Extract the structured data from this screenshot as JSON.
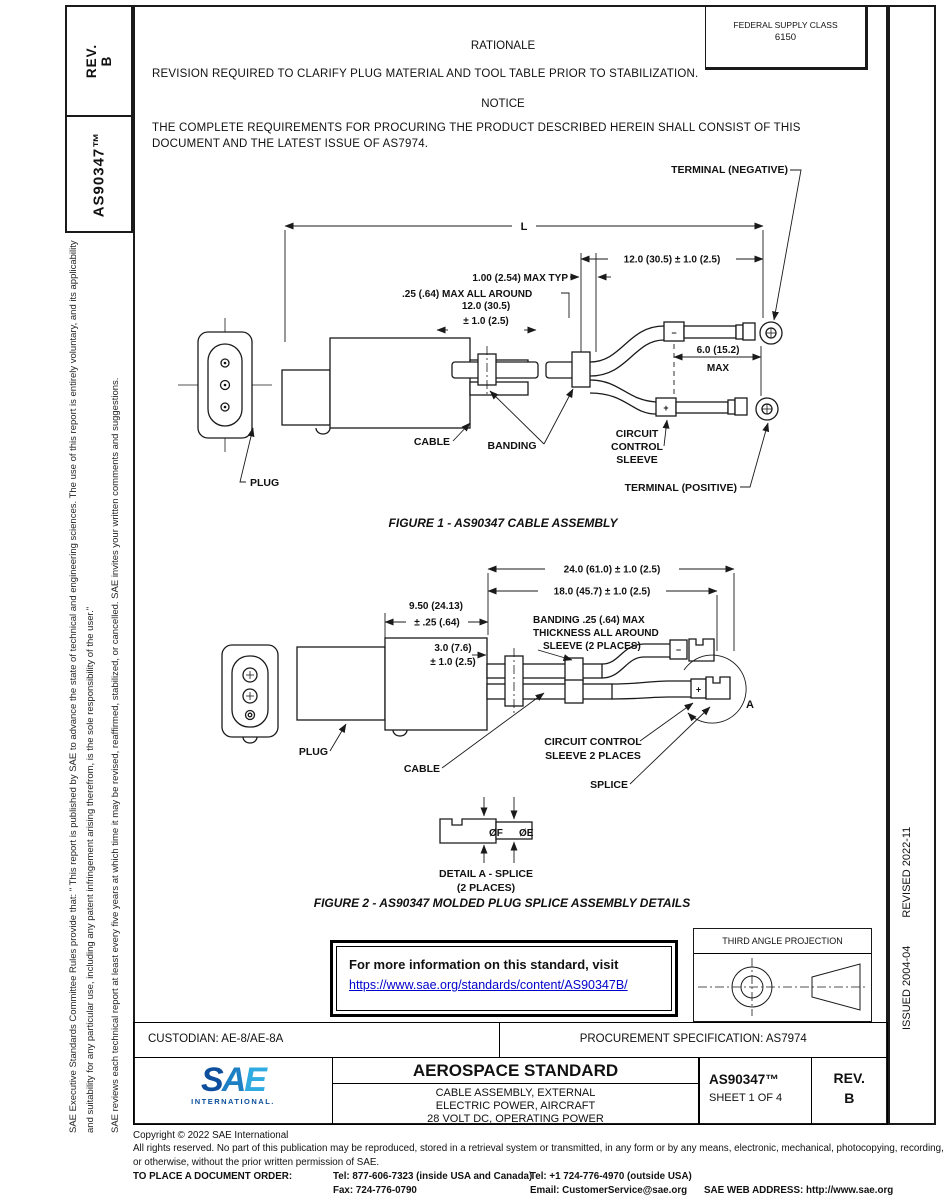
{
  "colors": {
    "link": "#0000cc",
    "logo_dark": "#0d4f9d",
    "logo_mid": "#1d7fc4",
    "logo_light": "#2fabe1"
  },
  "left_panel": {
    "rev_line1": "REV.",
    "rev_line2": "B",
    "doc": "AS90347™",
    "legal1": "SAE Executive Standards Committee Rules provide that: \" This report is published by SAE to advance the state of technical and engineering sciences. The use of this report is entirely voluntary, and its applicability and suitability for any particular use, including any patent infringement arising therefrom, is the sole responsibility of the user.\"",
    "legal2": "SAE reviews each technical report at least every five years at which time it may be revised, reaffirmed, stabilized, or cancelled. SAE invites your written comments and suggestions."
  },
  "right_panel": {
    "issued": "ISSUED 2004-04",
    "revised": "REVISED 2022-11"
  },
  "header": {
    "fsc_line1": "FEDERAL SUPPLY CLASS",
    "fsc_line2": "6150",
    "rationale_title": "RATIONALE",
    "rationale_body": "REVISION REQUIRED TO CLARIFY PLUG MATERIAL AND TOOL TABLE PRIOR TO STABILIZATION.",
    "notice_title": "NOTICE",
    "notice_body": "THE COMPLETE REQUIREMENTS FOR PROCURING THE PRODUCT DESCRIBED HEREIN SHALL CONSIST OF THIS DOCUMENT AND THE LATEST ISSUE OF AS7974."
  },
  "figure1": {
    "caption": "FIGURE 1 - AS90347 CABLE ASSEMBLY",
    "labels": {
      "terminal_negative": "TERMINAL (NEGATIVE)",
      "dim_l": "L",
      "dim_12": "12.0 (30.5) ± 1.0 (2.5)",
      "dim_100": "1.00 (2.54) MAX TYP",
      "dim_25": ".25 (.64) MAX ALL AROUND",
      "dim_12b_1": "12.0 (30.5)",
      "dim_12b_2": "± 1.0 (2.5)",
      "dim_6_1": "6.0 (15.2)",
      "dim_6_2": "MAX",
      "cable": "CABLE",
      "banding": "BANDING",
      "ccs_1": "CIRCUIT",
      "ccs_2": "CONTROL",
      "ccs_3": "SLEEVE",
      "plug": "PLUG",
      "terminal_positive": "TERMINAL (POSITIVE)",
      "neg": "−",
      "pos": "+"
    }
  },
  "figure2": {
    "caption": "FIGURE 2 - AS90347 MOLDED PLUG SPLICE ASSEMBLY DETAILS",
    "labels": {
      "dim_24": "24.0 (61.0) ± 1.0 (2.5)",
      "dim_18": "18.0 (45.7) ± 1.0 (2.5)",
      "dim_95_1": "9.50 (24.13)",
      "dim_95_2": "± .25 (.64)",
      "dim_3_1": "3.0 (7.6)",
      "dim_3_2": "± 1.0 (2.5)",
      "banding_1": "BANDING .25 (.64) MAX",
      "banding_2": "THICKNESS ALL AROUND",
      "banding_3": "SLEEVE (2 PLACES)",
      "plug": "PLUG",
      "cable": "CABLE",
      "ccs_1": "CIRCUIT CONTROL",
      "ccs_2": "SLEEVE 2 PLACES",
      "splice": "SPLICE",
      "detail_marker": "A",
      "dia_f": "ØF",
      "dia_e": "ØE",
      "detail_1": "DETAIL A - SPLICE",
      "detail_2": "(2 PLACES)",
      "neg": "−",
      "pos": "+"
    }
  },
  "info_box": {
    "line1": "For more information on this standard, visit",
    "link": "https://www.sae.org/standards/content/AS90347B/"
  },
  "projection": {
    "title": "THIRD ANGLE PROJECTION"
  },
  "footer_bar": {
    "custodian": "CUSTODIAN: AE-8/AE-8A",
    "procurement": "PROCUREMENT SPECIFICATION: AS7974"
  },
  "title_block": {
    "logo_s": "S",
    "logo_a": "A",
    "logo_e": "E",
    "logo_sub": "INTERNATIONAL.",
    "heading": "AEROSPACE STANDARD",
    "title_1": "CABLE ASSEMBLY, EXTERNAL",
    "title_2": "ELECTRIC POWER, AIRCRAFT",
    "title_3": "28 VOLT DC, OPERATING POWER",
    "doc": "AS90347™",
    "sheet": "SHEET 1 OF 4",
    "rev_label": "REV.",
    "rev_value": "B"
  },
  "copyright": {
    "line1": "Copyright © 2022 SAE International",
    "body": "All rights reserved. No part of this publication may be reproduced, stored in a retrieval system or transmitted, in any form or by any means, electronic, mechanical, photocopying, recording, or otherwise, without the prior written permission of SAE.",
    "order_label": "TO PLACE A DOCUMENT ORDER:",
    "tel1": "Tel: 877-606-7323 (inside USA and Canada)",
    "tel2": "Tel: +1 724-776-4970 (outside USA)",
    "fax": "Fax: 724-776-0790",
    "email": "Email: CustomerService@sae.org",
    "web": "SAE WEB ADDRESS: http://www.sae.org"
  }
}
